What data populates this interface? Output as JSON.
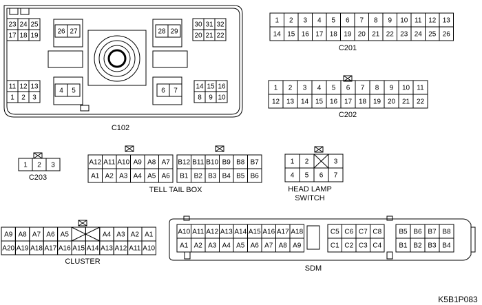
{
  "figure_code": "K5B1P083",
  "connectors": {
    "c102": {
      "label": "C102",
      "blocks": [
        [
          "23",
          "24",
          "25"
        ],
        [
          "17",
          "18",
          "19"
        ],
        [
          "26",
          "27"
        ],
        [
          "28",
          "29"
        ],
        [
          "30",
          "31",
          "32"
        ],
        [
          "20",
          "21",
          "22"
        ],
        [
          "11",
          "12",
          "13"
        ],
        [
          "1",
          "2",
          "3"
        ],
        [
          "4",
          "5"
        ],
        [
          "6",
          "7"
        ],
        [
          "14",
          "15",
          "16"
        ],
        [
          "8",
          "9",
          "10"
        ]
      ]
    },
    "c201": {
      "label": "C201",
      "rows": [
        [
          "1",
          "2",
          "3",
          "4",
          "5",
          "6",
          "7",
          "8",
          "9",
          "10",
          "11",
          "12",
          "13"
        ],
        [
          "14",
          "15",
          "16",
          "17",
          "18",
          "19",
          "20",
          "21",
          "22",
          "23",
          "24",
          "25",
          "26"
        ]
      ]
    },
    "c202": {
      "label": "C202",
      "rows": [
        [
          "1",
          "2",
          "3",
          "4",
          "5",
          "6",
          "7",
          "8",
          "9",
          "10",
          "11"
        ],
        [
          "12",
          "13",
          "14",
          "15",
          "16",
          "17",
          "18",
          "19",
          "20",
          "21",
          "22"
        ]
      ]
    },
    "c203": {
      "label": "C203",
      "pins": [
        "1",
        "2",
        "3"
      ]
    },
    "tell_tail_box": {
      "label": "TELL TAIL BOX",
      "a_rows": [
        [
          "A12",
          "A11",
          "A10",
          "A9",
          "A8",
          "A7"
        ],
        [
          "A1",
          "A2",
          "A3",
          "A4",
          "A5",
          "A6"
        ]
      ],
      "b_rows": [
        [
          "B12",
          "B11",
          "B10",
          "B9",
          "B8",
          "B7"
        ],
        [
          "B1",
          "B2",
          "B3",
          "B4",
          "B5",
          "B6"
        ]
      ]
    },
    "head_lamp_switch": {
      "label_line1": "HEAD LAMP",
      "label_line2": "SWITCH",
      "rows": [
        [
          "1",
          "2",
          "",
          "3"
        ],
        [
          "4",
          "5",
          "6",
          "7"
        ]
      ]
    },
    "cluster": {
      "label": "CLUSTER",
      "rows": [
        [
          "A9",
          "A8",
          "A7",
          "A6",
          "A5",
          "",
          "",
          "A4",
          "A3",
          "A2",
          "A1"
        ],
        [
          "A20",
          "A19",
          "A18",
          "A17",
          "A16",
          "A15",
          "A14",
          "A13",
          "A12",
          "A11",
          "A10"
        ]
      ]
    },
    "sdm": {
      "label": "SDM",
      "a_rows": [
        [
          "A10",
          "A11",
          "A12",
          "A13",
          "A14",
          "A15",
          "A16",
          "A17",
          "A18"
        ],
        [
          "A1",
          "A2",
          "A3",
          "A4",
          "A5",
          "A6",
          "A7",
          "A8",
          "A9"
        ]
      ],
      "c_rows": [
        [
          "C5",
          "C6",
          "C7",
          "C8"
        ],
        [
          "C1",
          "C2",
          "C3",
          "C4"
        ]
      ],
      "b_rows": [
        [
          "B5",
          "B6",
          "B7",
          "B8"
        ],
        [
          "B1",
          "B2",
          "B3",
          "B4"
        ]
      ]
    }
  }
}
